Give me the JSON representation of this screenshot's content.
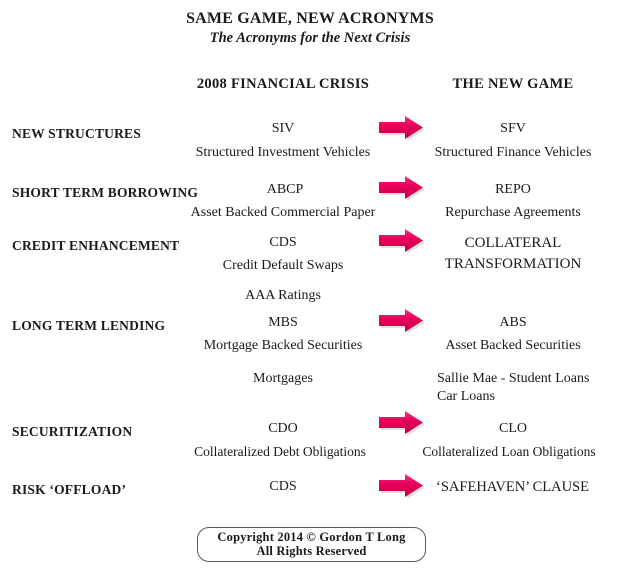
{
  "title": {
    "main": "SAME GAME, NEW ACRONYMS",
    "sub": "The Acronyms for the Next Crisis"
  },
  "columns": {
    "old": "2008 FINANCIAL CRISIS",
    "new": "THE NEW GAME"
  },
  "colors": {
    "arrow_fill": "#e8005a",
    "arrow_highlight": "#ff3d86",
    "arrow_shadow": "#b8b8b8",
    "text": "#1a1a1a",
    "box_border": "#5a5a5a"
  },
  "icons": {
    "arrow": "right-block-arrow-icon"
  },
  "rows": [
    {
      "label": "NEW STRUCTURES",
      "old_acronym": "SIV",
      "old_expansion": "Structured Investment Vehicles",
      "new_acronym": "SFV",
      "new_expansion": "Structured Finance Vehicles",
      "has_arrow": true
    },
    {
      "label": "SHORT TERM BORROWING",
      "old_acronym": "ABCP",
      "old_expansion": "Asset Backed Commercial  Paper",
      "new_acronym": "REPO",
      "new_expansion": "Repurchase Agreements",
      "has_arrow": true
    },
    {
      "label": "CREDIT ENHANCEMENT",
      "old_acronym": "CDS",
      "old_expansion": "Credit Default Swaps",
      "new_acronym": "COLLATERAL",
      "new_expansion": "TRANSFORMATION",
      "has_arrow": true
    },
    {
      "label": "LONG TERM LENDING",
      "old_extra": "AAA Ratings",
      "old_acronym": "MBS",
      "old_expansion": "Mortgage Backed Securities",
      "new_acronym": "ABS",
      "new_expansion": "Asset Backed Securities",
      "has_arrow": true
    },
    {
      "label": "",
      "old_acronym": "Mortgages",
      "new_expansion": "Sallie Mae - Student Loans",
      "new_expansion2": "Car Loans",
      "has_arrow": false
    },
    {
      "label": "SECURITIZATION",
      "old_acronym": "CDO",
      "old_expansion": "Collateralized Debt Obligations",
      "new_acronym": "CLO",
      "new_expansion": "Collateralized Loan Obligations",
      "has_arrow": true
    },
    {
      "label": "RISK ‘OFFLOAD’",
      "old_acronym": "CDS",
      "new_acronym": "‘SAFEHAVEN’ CLAUSE",
      "has_arrow": true
    }
  ],
  "footer": {
    "line1": "Copyright 2014 © Gordon T Long",
    "line2": "All Rights Reserved"
  }
}
